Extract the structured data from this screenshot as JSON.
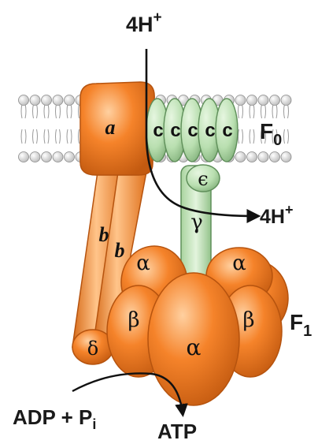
{
  "labels": {
    "proton_in": "4H",
    "proton_in_sup": "+",
    "proton_out": "4H",
    "proton_out_sup": "+",
    "f0": "F",
    "f0_sub": "0",
    "f1": "F",
    "f1_sub": "1",
    "subunit_a": "a",
    "subunit_b1": "b",
    "subunit_b2": "b",
    "subunit_delta": "δ",
    "subunit_gamma": "γ",
    "subunit_epsilon": "ϵ",
    "subunit_c": "c",
    "alpha_left": "α",
    "alpha_right": "α",
    "alpha_center": "α",
    "beta_left": "β",
    "beta_right": "β",
    "reactant": "ADP + P",
    "reactant_sub": "i",
    "product": "ATP"
  },
  "colors": {
    "orange": "#f5832a",
    "orange_light": "#ffb06a",
    "orange_dark": "#c85c10",
    "green": "#b9dfb0",
    "green_dark": "#5f8f5a",
    "membrane": "#d9d9d9"
  }
}
